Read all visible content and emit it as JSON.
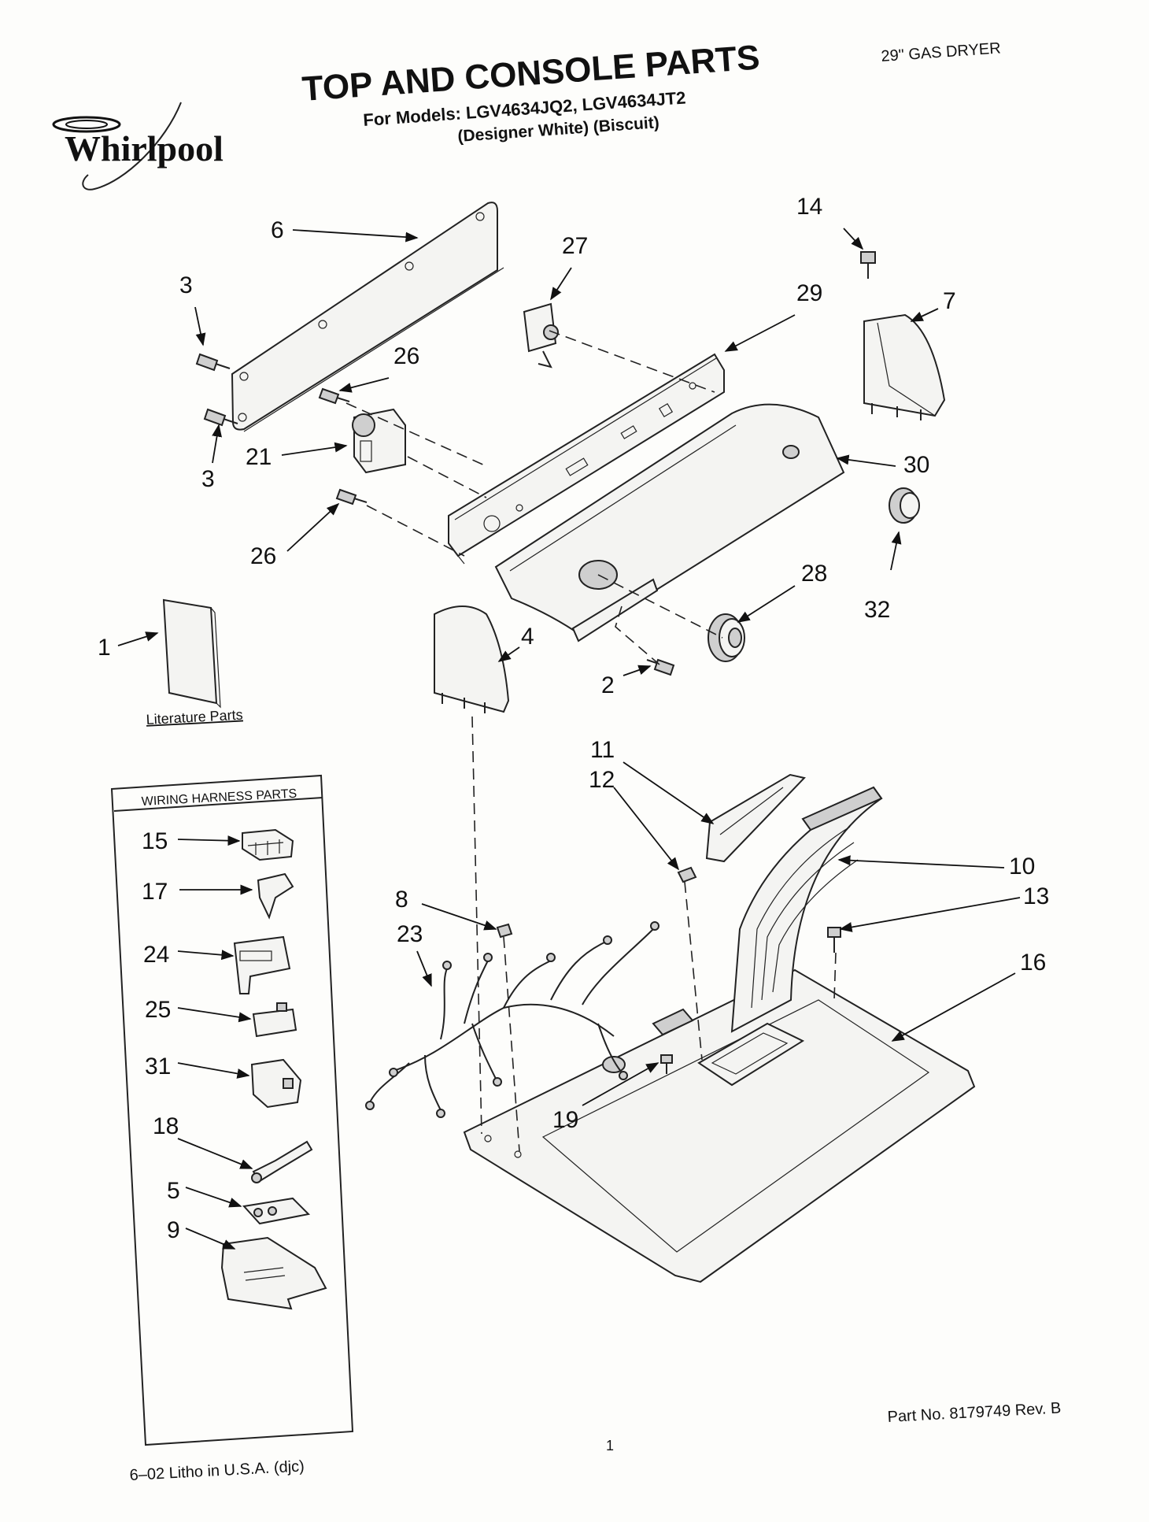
{
  "header": {
    "brand": "Whirlpool",
    "title": "TOP AND CONSOLE PARTS",
    "models": "For Models: LGV4634JQ2, LGV4634JT2",
    "variants": "(Designer White)   (Biscuit)",
    "product_type": "29\" GAS DRYER"
  },
  "literature_label": "Literature Parts",
  "harness_box_title": "WIRING HARNESS PARTS",
  "callouts": {
    "c1": "1",
    "c2": "2",
    "c3a": "3",
    "c3b": "3",
    "c4": "4",
    "c5": "5",
    "c6": "6",
    "c7": "7",
    "c8": "8",
    "c9": "9",
    "c10": "10",
    "c11": "11",
    "c12": "12",
    "c13": "13",
    "c14": "14",
    "c15": "15",
    "c16": "16",
    "c17": "17",
    "c18": "18",
    "c19": "19",
    "c21": "21",
    "c23": "23",
    "c24": "24",
    "c25": "25",
    "c26a": "26",
    "c26b": "26",
    "c27": "27",
    "c28": "28",
    "c29": "29",
    "c30": "30",
    "c31": "31",
    "c32": "32"
  },
  "footer": {
    "part_no": "Part No. 8179749 Rev. B",
    "page": "1",
    "litho": "6–02 Litho in U.S.A. (djc)"
  }
}
